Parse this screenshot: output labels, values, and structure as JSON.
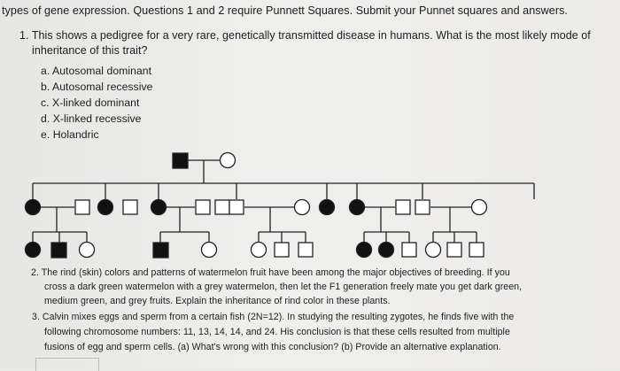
{
  "header": "types of gene expression. Questions 1 and 2 require Punnett Squares. Submit your Punnet squares and answers.",
  "q1": {
    "line1": "1. This shows a pedigree for a very rare, genetically transmitted disease in humans. What is the most likely mode of",
    "line2": "inheritance of this trait?",
    "options": [
      "a. Autosomal dominant",
      "b. Autosomal recessive",
      "c. X-linked dominant",
      "d. X-linked recessive",
      "e. Holandric"
    ]
  },
  "q2": {
    "line1": "2. The rind (skin) colors and patterns of watermelon fruit have been among the major objectives of breeding. If you",
    "line2": "cross a dark green watermelon with a grey watermelon, then let the F1 generation freely mate you get dark green,",
    "line3": "medium green, and grey fruits. Explain the inheritance of rind color in these plants."
  },
  "q3": {
    "line1": "3. Calvin mixes eggs and sperm from a certain fish (2N=12). In studying the resulting zygotes, he finds five with the",
    "line2": "following chromosome numbers:  11, 13, 14, 14, and 24.  His conclusion is that these cells resulted from multiple",
    "line3": "fusions of egg and sperm cells.  (a) What's wrong with this conclusion?  (b) Provide an alternative explanation."
  },
  "pedigree": {
    "colors": {
      "affected": "#111111",
      "unaffected": "#ffffff",
      "line": "#222222"
    }
  }
}
